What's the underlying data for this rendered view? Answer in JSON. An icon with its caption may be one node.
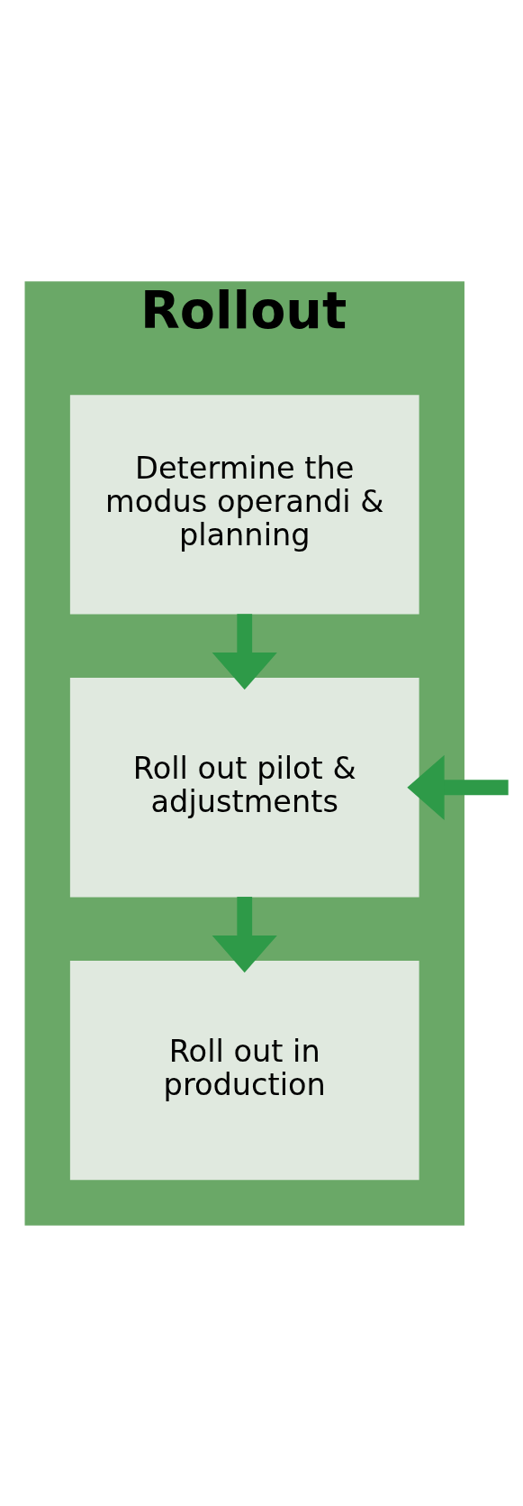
{
  "diagram": {
    "nodes": [
      {
        "text": [
          "Rollout"
        ]
      },
      {
        "text": [
          "Determine the modus operandi & planning"
        ],
        "in": 0
      },
      {
        "text": [
          "Roll out pilot & adjustments"
        ],
        "in": 0
      },
      {
        "text": [
          "Roll out in production"
        ],
        "in": 0
      }
    ],
    "edges": [
      {
        "from": 1,
        "to": 2,
        "arrow": "to"
      },
      {
        "from": 2,
        "to": 3,
        "arrow": "to"
      },
      {
        "from": null,
        "to": 2,
        "arrow": "to"
      }
    ]
  }
}
